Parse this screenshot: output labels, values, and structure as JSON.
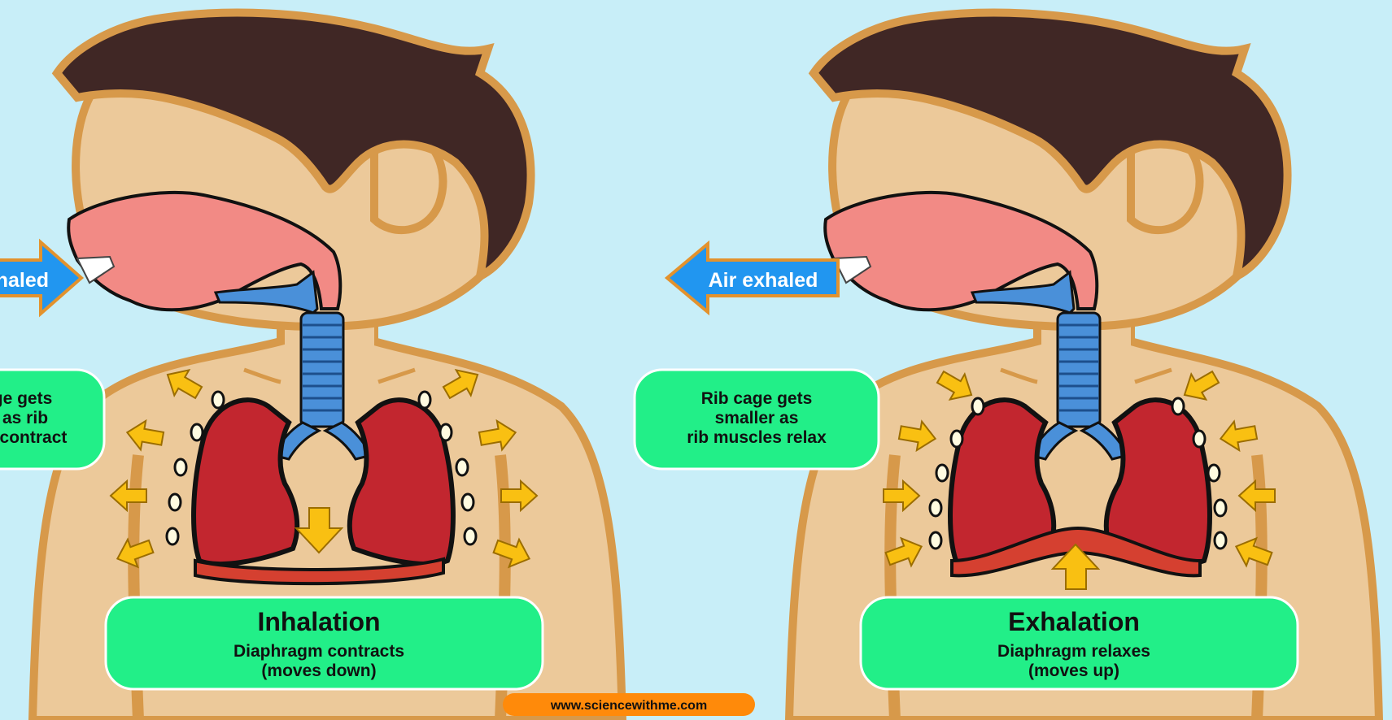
{
  "left_panel": {
    "arrow_label": "Air exhaled",
    "side_note": [
      "Rib cage gets",
      "bigger as rib",
      "muscles contract"
    ],
    "title": "Inhalation",
    "caption_line1": "Diaphragm contracts",
    "caption_line2": "(moves down)"
  },
  "right_panel": {
    "arrow_label": "Air exhaled",
    "side_note": [
      "Rib cage gets",
      "smaller as",
      "rib muscles relax"
    ],
    "title": "Exhalation",
    "caption_line1": "Diaphragm relaxes",
    "caption_line2": "(moves up)"
  },
  "footer": {
    "url": "www.sciencewithme.com"
  },
  "colors": {
    "background": "#c8eef8",
    "skin": "#ecc99a",
    "outline": "#d7994a",
    "hair": "#402725",
    "mouth": "#f28a85",
    "airway": "#4a90d9",
    "lungs": "#c2262f",
    "diaphragm": "#d54030",
    "arrows": "#f9c012",
    "label_box": "#22ef88",
    "air_arrow": "#2196f0",
    "footer_pill": "#ff8a0a"
  }
}
